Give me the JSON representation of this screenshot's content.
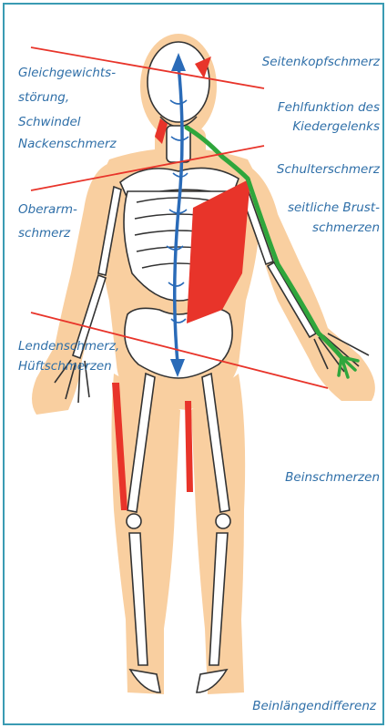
{
  "labels": {
    "seitenkopfschmerz": "Seitenkopfschmerz",
    "gleichgewicht_1": "Gleichgewichts-",
    "gleichgewicht_2": "störung,",
    "schwindel": "Schwindel",
    "nackenschmerz": "Nackenschmerz",
    "kiefer_1": "Fehlfunktion des",
    "kiefer_2": "Kiedergelenks",
    "schulterschmerz": "Schulterschmerz",
    "oberarm_1": "Oberarm-",
    "oberarm_2": "schmerz",
    "brust_1": "seitliche Brust-",
    "brust_2": "schmerzen",
    "lende_1": "Lendenschmerz,",
    "lende_2": "Hüftschmerzen",
    "beinschmerzen": "Beinschmerzen",
    "beinlaengen": "Beinlängendifferenz"
  },
  "colors": {
    "border": "#3a9bb3",
    "text": "#2f6fa8",
    "body_silhouette": "#f9cfa0",
    "pain_red": "#e8342a",
    "nerve_green": "#2fa63c",
    "spine_arrow": "#2a6bb8",
    "skeleton_line": "#333333"
  }
}
